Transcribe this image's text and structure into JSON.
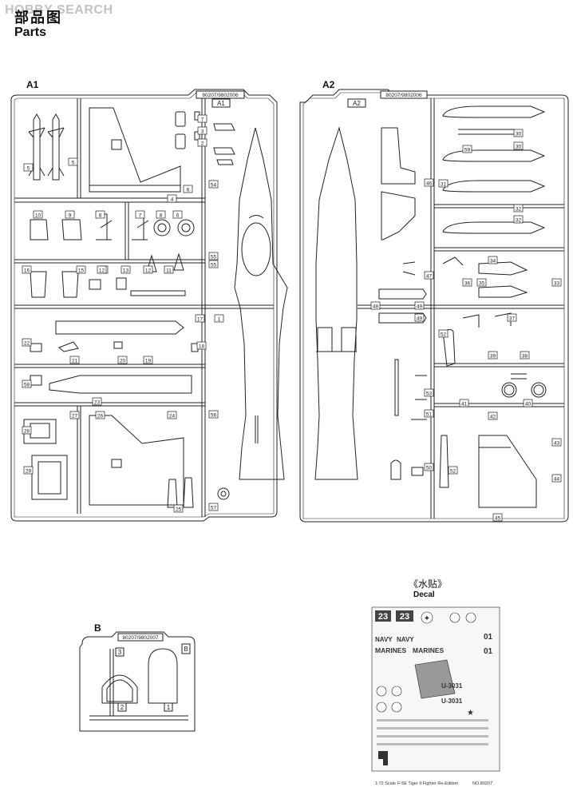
{
  "header": {
    "title_cn": "部品图",
    "title_en": "Parts"
  },
  "watermark": {
    "text": "HOBBY SEARCH"
  },
  "sprues": {
    "a1": {
      "label": "A1",
      "code": "80207/9802006",
      "tag": "A1",
      "part_numbers": [
        "5",
        "5",
        "6",
        "7",
        "3",
        "2",
        "54",
        "4",
        "10",
        "9",
        "8",
        "7",
        "6",
        "55",
        "55",
        "16",
        "15",
        "14",
        "13",
        "12",
        "11",
        "17",
        "1",
        "22",
        "21",
        "20",
        "19",
        "18",
        "58",
        "23",
        "24",
        "28",
        "27",
        "26",
        "56",
        "29",
        "25",
        "57",
        "12",
        "8"
      ]
    },
    "a2": {
      "label": "A2",
      "code": "80207/9802006",
      "tag": "A2",
      "part_numbers": [
        "30",
        "59",
        "30",
        "31",
        "32",
        "32",
        "46",
        "47",
        "34",
        "36",
        "35",
        "33",
        "48",
        "49",
        "49",
        "37",
        "52",
        "39",
        "38",
        "53",
        "40",
        "41",
        "51",
        "42",
        "43",
        "50",
        "52",
        "45",
        "44"
      ]
    },
    "b": {
      "label": "B",
      "code": "80207/9802007",
      "tag": "B",
      "part_numbers": [
        "3",
        "2",
        "1"
      ]
    }
  },
  "decal": {
    "title_cn": "《水贴》",
    "title_en": "Decal",
    "texts": [
      "23",
      "23",
      "NAVY",
      "NAVY",
      "MARINES",
      "MARINES",
      "U-3031",
      "U-3031",
      "01",
      "01"
    ],
    "footer": [
      "1:72 Scale",
      "F-5E Tiger II Fighter Re-Edition",
      "NO.80207"
    ]
  }
}
